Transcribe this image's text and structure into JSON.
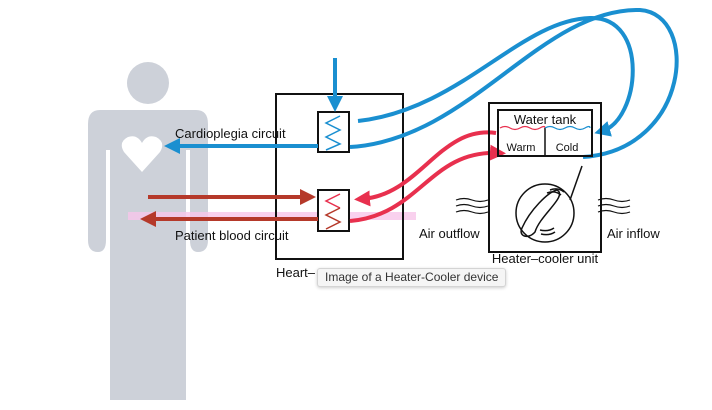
{
  "diagram": {
    "labels": {
      "cardioplegia": "Cardioplegia circuit",
      "patient_blood": "Patient blood circuit",
      "heart_lung": "Heart–",
      "water_tank": "Water tank",
      "warm": "Warm",
      "cold": "Cold",
      "air_outflow": "Air outflow",
      "air_inflow": "Air inflow",
      "heater_cooler": "Heater–cooler unit"
    },
    "colors": {
      "blue": "#1a8fd0",
      "red": "#e8304e",
      "darkred": "#b5392a",
      "figure": "#cdd1d9",
      "pink": "#f7c6ea"
    }
  },
  "tooltip": {
    "text": "Image of a Heater-Cooler device"
  }
}
